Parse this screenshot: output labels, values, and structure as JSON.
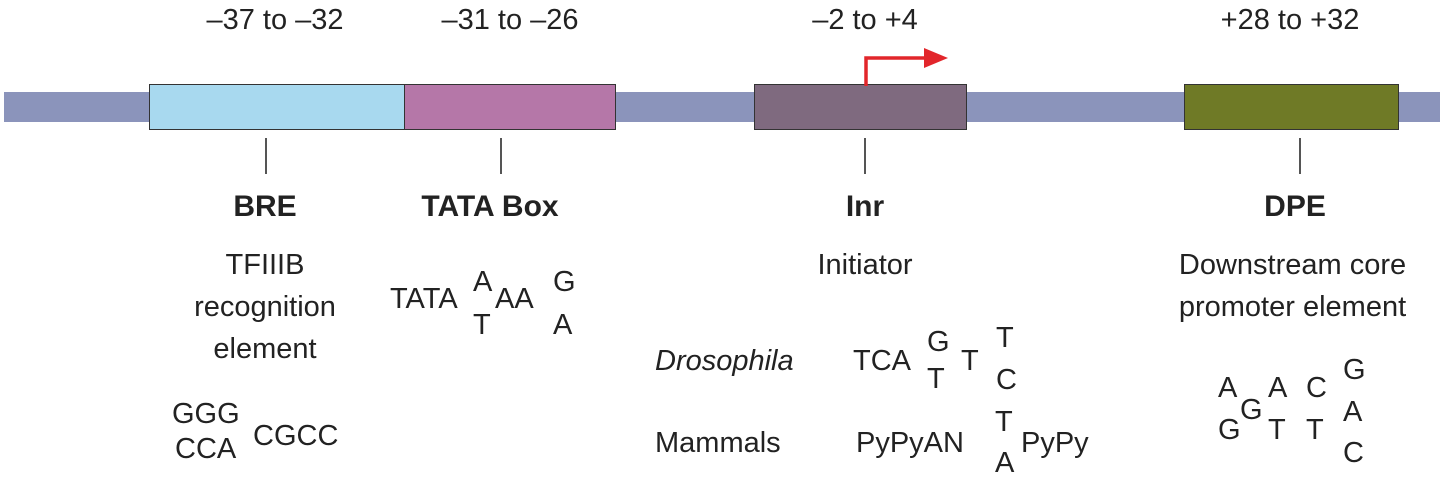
{
  "positions": {
    "bre": "–37 to –32",
    "tata": "–31 to –26",
    "inr": "–2 to +4",
    "dpe": "+28 to +32"
  },
  "colors": {
    "dna_track": "#8b94bb",
    "bre_box": "#a8d9ef",
    "tata_box": "#b577a8",
    "inr_box": "#7f6a7f",
    "dpe_box": "#6f7a26",
    "tss_arrow": "#e2262b"
  },
  "elements": {
    "bre": {
      "name": "BRE",
      "desc1": "TFIIIB",
      "desc2": "recognition",
      "desc3": "element"
    },
    "tata": {
      "name": "TATA Box"
    },
    "inr": {
      "name": "Inr",
      "desc1": "Initiator"
    },
    "dpe": {
      "name": "DPE",
      "desc1": "Downstream core",
      "desc2": "promoter element"
    }
  },
  "sequences": {
    "bre": {
      "top_left": "GGG",
      "bottom_left": "CCA",
      "right": "CGCC"
    },
    "tata": {
      "base": "TATA",
      "t_top": "A",
      "t_bot": "T",
      "mid": "AA",
      "e_top": "G",
      "e_bot": "A"
    },
    "inr_drosophila": {
      "organism": "Drosophila",
      "base": "TCA",
      "p1_top": "G",
      "p1_bot": "T",
      "mid": "T",
      "p2_top": "T",
      "p2_bot": "C"
    },
    "inr_mammals": {
      "organism": "Mammals",
      "base": "PyPyAN",
      "top": "T",
      "bot": "A",
      "end": "PyPy"
    },
    "dpe": {
      "c1_top": "A",
      "c1_bot": "G",
      "c2": "G",
      "c3_top": "A",
      "c3_bot": "T",
      "c4_top": "C",
      "c4_bot": "T",
      "c5_top": "G",
      "c5_mid": "A",
      "c5_bot": "C"
    }
  }
}
